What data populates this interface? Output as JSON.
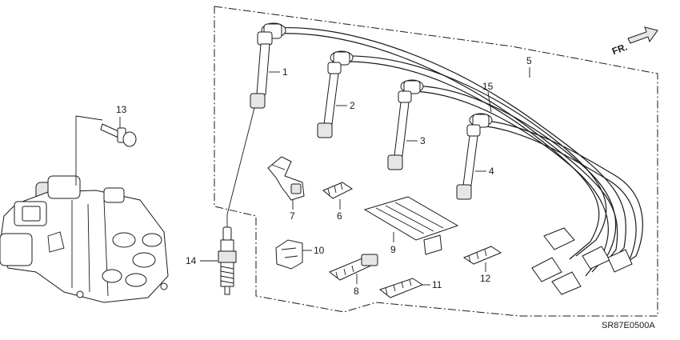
{
  "figure": {
    "code": "SR87E0500A",
    "direction_label": "FR."
  },
  "callouts": {
    "c1": "1",
    "c2": "2",
    "c3": "3",
    "c4": "4",
    "c5": "5",
    "c6": "6",
    "c7": "7",
    "c8": "8",
    "c9": "9",
    "c10": "10",
    "c11": "11",
    "c12": "12",
    "c13": "13",
    "c14": "14",
    "c15": "15"
  }
}
